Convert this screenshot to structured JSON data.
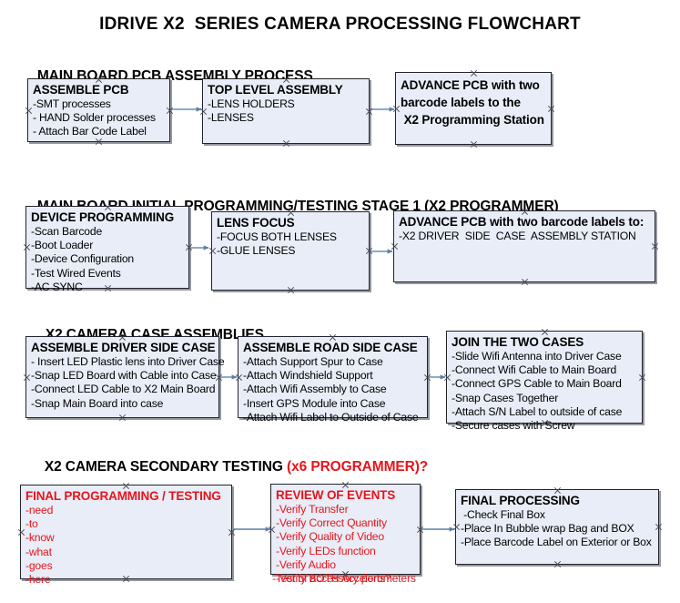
{
  "document": {
    "title": "IDRIVE X2  SERIES CAMERA PROCESSING FLOWCHART"
  },
  "colors": {
    "box_fill": "#e8edf7",
    "box_border": "#22242a",
    "text": "#000000",
    "accent_red": "#e8141b",
    "arrow": "#7d9ec0"
  },
  "sections": [
    {
      "id": "main-board-pcb-assembly",
      "heading": "MAIN BOARD PCB ASSEMBLY PROCESS",
      "heading_accent": "",
      "nodes": [
        {
          "id": "assemble-pcb",
          "title": "ASSEMBLE PCB",
          "title_lines": [
            "ASSEMBLE PCB"
          ],
          "lines": [
            "-SMT processes",
            "- HAND Solder processes",
            "- Attach Bar Code Label"
          ]
        },
        {
          "id": "top-level-assembly",
          "title": "TOP LEVEL ASSEMBLY",
          "title_lines": [
            "TOP LEVEL ASSEMBLY"
          ],
          "lines": [
            "-LENS HOLDERS",
            "-LENSES"
          ]
        },
        {
          "id": "advance-pcb-programming-station",
          "title": "ADVANCE PCB with two barcode labels to the  X2 Programming Station",
          "title_lines": [
            "ADVANCE PCB with two",
            "barcode labels to the",
            " X2 Programming Station"
          ],
          "lines": []
        }
      ]
    },
    {
      "id": "initial-programming-testing",
      "heading": "MAIN BOARD INITIAL PROGRAMMING/TESTING STAGE 1 (X2 PROGRAMMER)",
      "heading_accent": "",
      "nodes": [
        {
          "id": "device-programming",
          "title": "DEVICE PROGRAMMING",
          "title_lines": [
            "DEVICE PROGRAMMING"
          ],
          "lines": [
            "-Scan Barcode",
            "-Boot Loader",
            "-Device Configuration",
            "-Test Wired Events",
            "-AC SYNC"
          ]
        },
        {
          "id": "lens-focus",
          "title": "LENS FOCUS",
          "title_lines": [
            "LENS FOCUS"
          ],
          "lines": [
            "-FOCUS BOTH LENSES",
            "-GLUE LENSES"
          ]
        },
        {
          "id": "advance-pcb-driver-side-station",
          "title": "ADVANCE PCB with two barcode labels to:",
          "title_lines": [
            "ADVANCE PCB with two barcode labels to:"
          ],
          "lines": [
            "-X2 DRIVER  SIDE  CASE  ASSEMBLY STATION"
          ]
        }
      ]
    },
    {
      "id": "camera-case-assemblies",
      "heading": "X2 CAMERA CASE ASSEMBLIES",
      "heading_accent": "",
      "nodes": [
        {
          "id": "assemble-driver-side-case",
          "title": "ASSEMBLE DRIVER SIDE CASE",
          "title_lines": [
            "ASSEMBLE DRIVER SIDE CASE"
          ],
          "lines": [
            "- Insert LED Plastic lens into Driver Case",
            "-Snap LED Board with Cable into Case",
            "-Connect LED Cable to X2 Main Board",
            "-Snap Main Board into case"
          ]
        },
        {
          "id": "assemble-road-side-case",
          "title": "ASSEMBLE ROAD SIDE CASE",
          "title_lines": [
            "ASSEMBLE ROAD SIDE CASE"
          ],
          "lines": [
            "-Attach Support Spur to Case",
            "-Attach Windshield Support",
            "-Attach Wifi Assembly to Case",
            "-Insert GPS Module into Case",
            "-Attach Wifi Label to Outside of Case"
          ]
        },
        {
          "id": "join-the-two-cases",
          "title": "JOIN THE TWO CASES",
          "title_lines": [
            "JOIN THE TWO CASES"
          ],
          "lines": [
            "-Slide Wifi Antenna into Driver Case",
            "-Connect Wifi Cable to Main Board",
            "-Connect GPS Cable to Main Board",
            "-Snap Cases Together",
            "-Attach S/N Label to outside of case",
            "-Secure cases with Screw"
          ]
        }
      ]
    },
    {
      "id": "secondary-testing",
      "heading": "X2 CAMERA SECONDARY TESTING ",
      "heading_accent": "(x6 PROGRAMMER)?",
      "nodes": [
        {
          "id": "final-programming-testing",
          "title": "FINAL PROGRAMMING / TESTING",
          "title_lines": [
            "FINAL PROGRAMMING / TESTING"
          ],
          "lines": [
            "-need",
            "-to",
            "-know",
            "-what",
            "-goes",
            "-here"
          ]
        },
        {
          "id": "review-of-events",
          "title": "REVIEW OF EVENTS",
          "title_lines": [
            "REVIEW OF EVENTS"
          ],
          "lines": [
            "-Verify Transfer",
            "-Verify Correct Quantity",
            "-Verify Quality of Video",
            "-Verify LEDs function",
            "-Verify Audio",
            "-Verify BOTH Accelerometers"
          ],
          "overflow_line": "-Test of accessory ports?"
        },
        {
          "id": "final-processing",
          "title": "FINAL PROCESSING",
          "title_lines": [
            "FINAL PROCESSING"
          ],
          "lines": [
            " -Check Final Box",
            "-Place In Bubble wrap Bag and BOX",
            "-Place Barcode Label on Exterior or Box"
          ]
        }
      ]
    }
  ]
}
